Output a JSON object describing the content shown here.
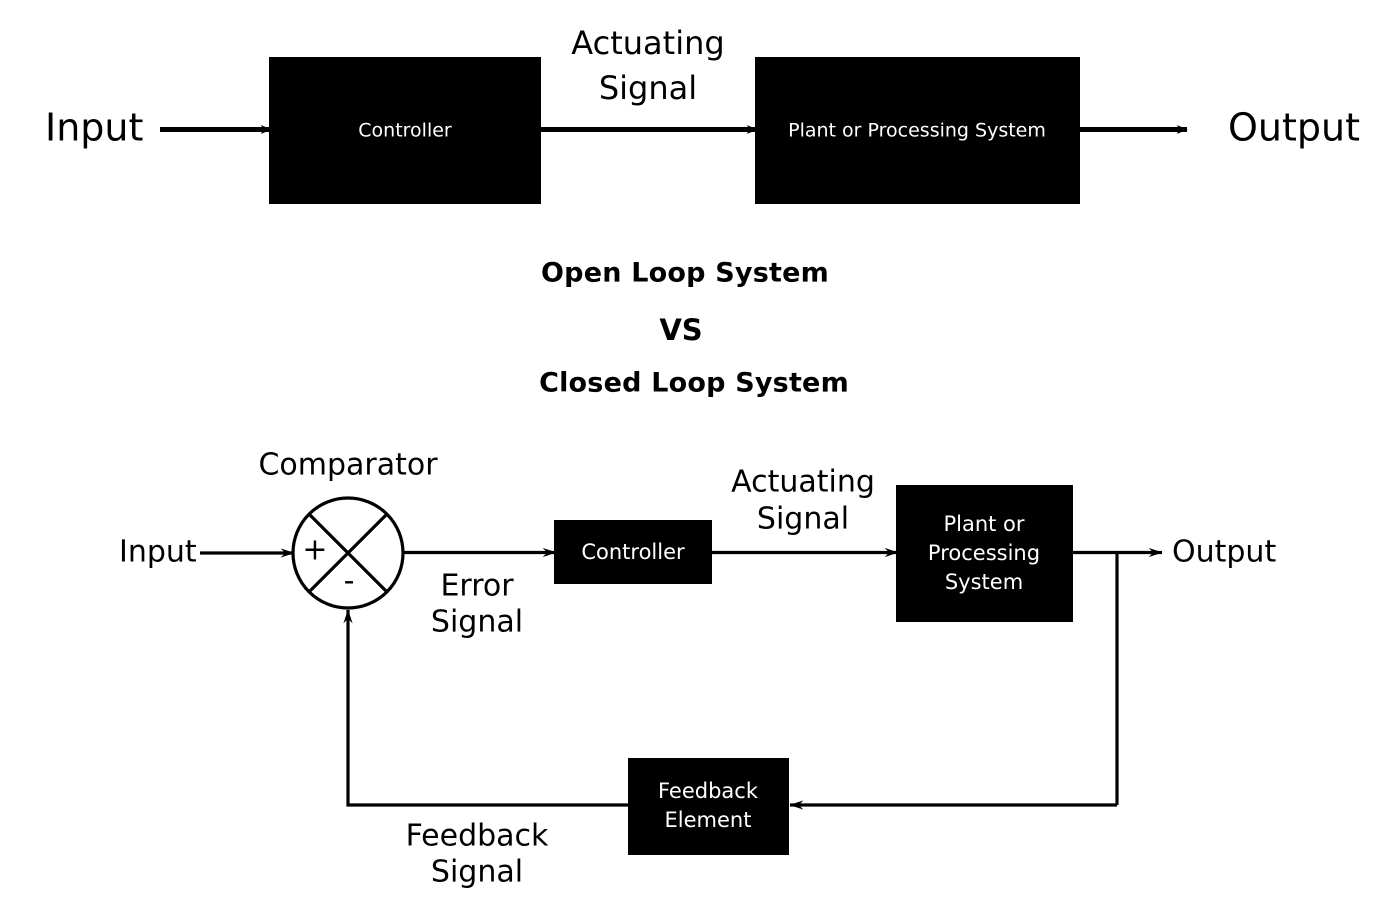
{
  "page": {
    "background_color": "#ffffff",
    "line_color": "#000000",
    "block_fill": "#000000",
    "block_text_color": "#ffffff"
  },
  "titles": {
    "open_loop": "Open Loop System",
    "vs": "VS",
    "closed_loop": "Closed Loop System"
  },
  "open_loop": {
    "input_label": "Input",
    "controller_label": "Controller",
    "actuating_line1": "Actuating",
    "actuating_line2": "Signal",
    "plant_label": "Plant or Processing System",
    "output_label": "Output"
  },
  "closed_loop": {
    "input_label": "Input",
    "comparator_label": "Comparator",
    "comparator_plus": "+",
    "comparator_minus": "-",
    "error_line1": "Error",
    "error_line2": "Signal",
    "controller_label": "Controller",
    "actuating_line1": "Actuating",
    "actuating_line2": "Signal",
    "plant_line1": "Plant or",
    "plant_line2": "Processing",
    "plant_line3": "System",
    "output_label": "Output",
    "feedback_block_line1": "Feedback",
    "feedback_block_line2": "Element",
    "feedback_signal_line1": "Feedback",
    "feedback_signal_line2": "Signal"
  }
}
